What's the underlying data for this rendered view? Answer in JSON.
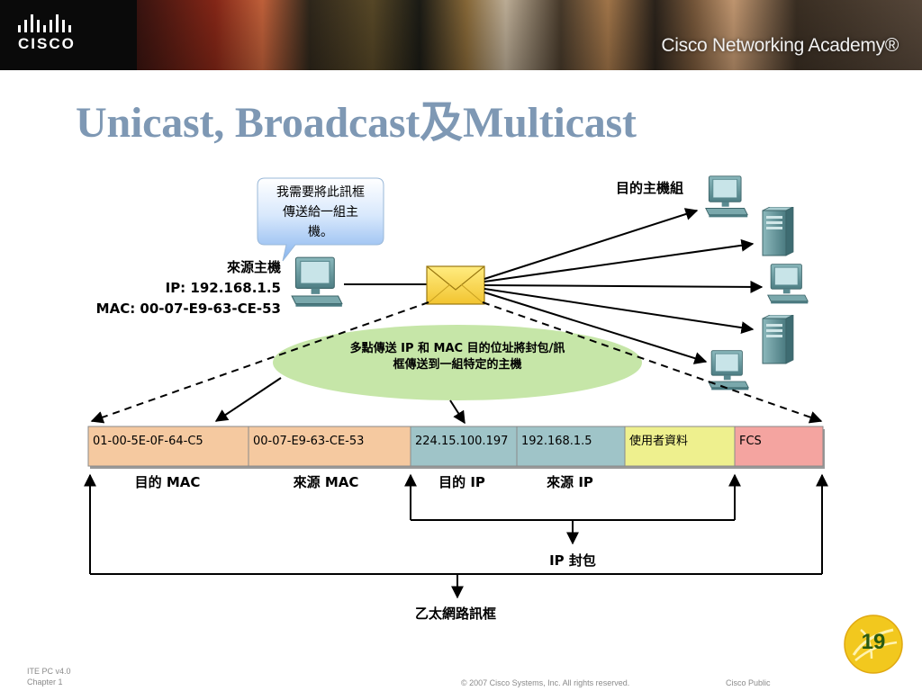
{
  "header": {
    "logo_text": "CISCO",
    "academy_text": "Cisco Networking Academy®"
  },
  "slide_title": "Unicast, Broadcast及Multicast",
  "callout": {
    "line1": "我需要將此訊框",
    "line2": "傳送給一組主",
    "line3": "機。"
  },
  "source_host": {
    "title": "來源主機",
    "ip_label": "IP: 192.168.1.5",
    "mac_label": "MAC: 00-07-E9-63-CE-53"
  },
  "destination_group_label": "目的主機組",
  "ellipse_text": {
    "line1": "多點傳送 IP 和 MAC 目的位址將封包/訊",
    "line2": "框傳送到一組特定的主機"
  },
  "frame_fields": [
    {
      "value": "01-00-5E-0F-64-C5",
      "color": "#f5c9a0"
    },
    {
      "value": "00-07-E9-63-CE-53",
      "color": "#f5c9a0"
    },
    {
      "value": "224.15.100.197",
      "color": "#9fc4c8"
    },
    {
      "value": "192.168.1.5",
      "color": "#9fc4c8"
    },
    {
      "value": "使用者資料",
      "color": "#eef08e"
    },
    {
      "value": "FCS",
      "color": "#f4a4a0"
    }
  ],
  "field_labels": {
    "dest_mac": "目的 MAC",
    "src_mac": "來源 MAC",
    "dest_ip": "目的 IP",
    "src_ip": "來源 IP"
  },
  "ip_packet_label": "IP 封包",
  "ethernet_frame_label": "乙太網路訊框",
  "footer": {
    "line1": "ITE PC v4.0",
    "line2": "Chapter 1",
    "copyright": "© 2007 Cisco Systems, Inc. All rights reserved.",
    "classification": "Cisco Public",
    "page_number": "19"
  },
  "colors": {
    "title": "#7e98b4",
    "ellipse": "#c4e4a4",
    "callout_top": "#ffffff",
    "callout_bottom": "#8ab8f0",
    "host_teal": "#6a9aa0"
  }
}
